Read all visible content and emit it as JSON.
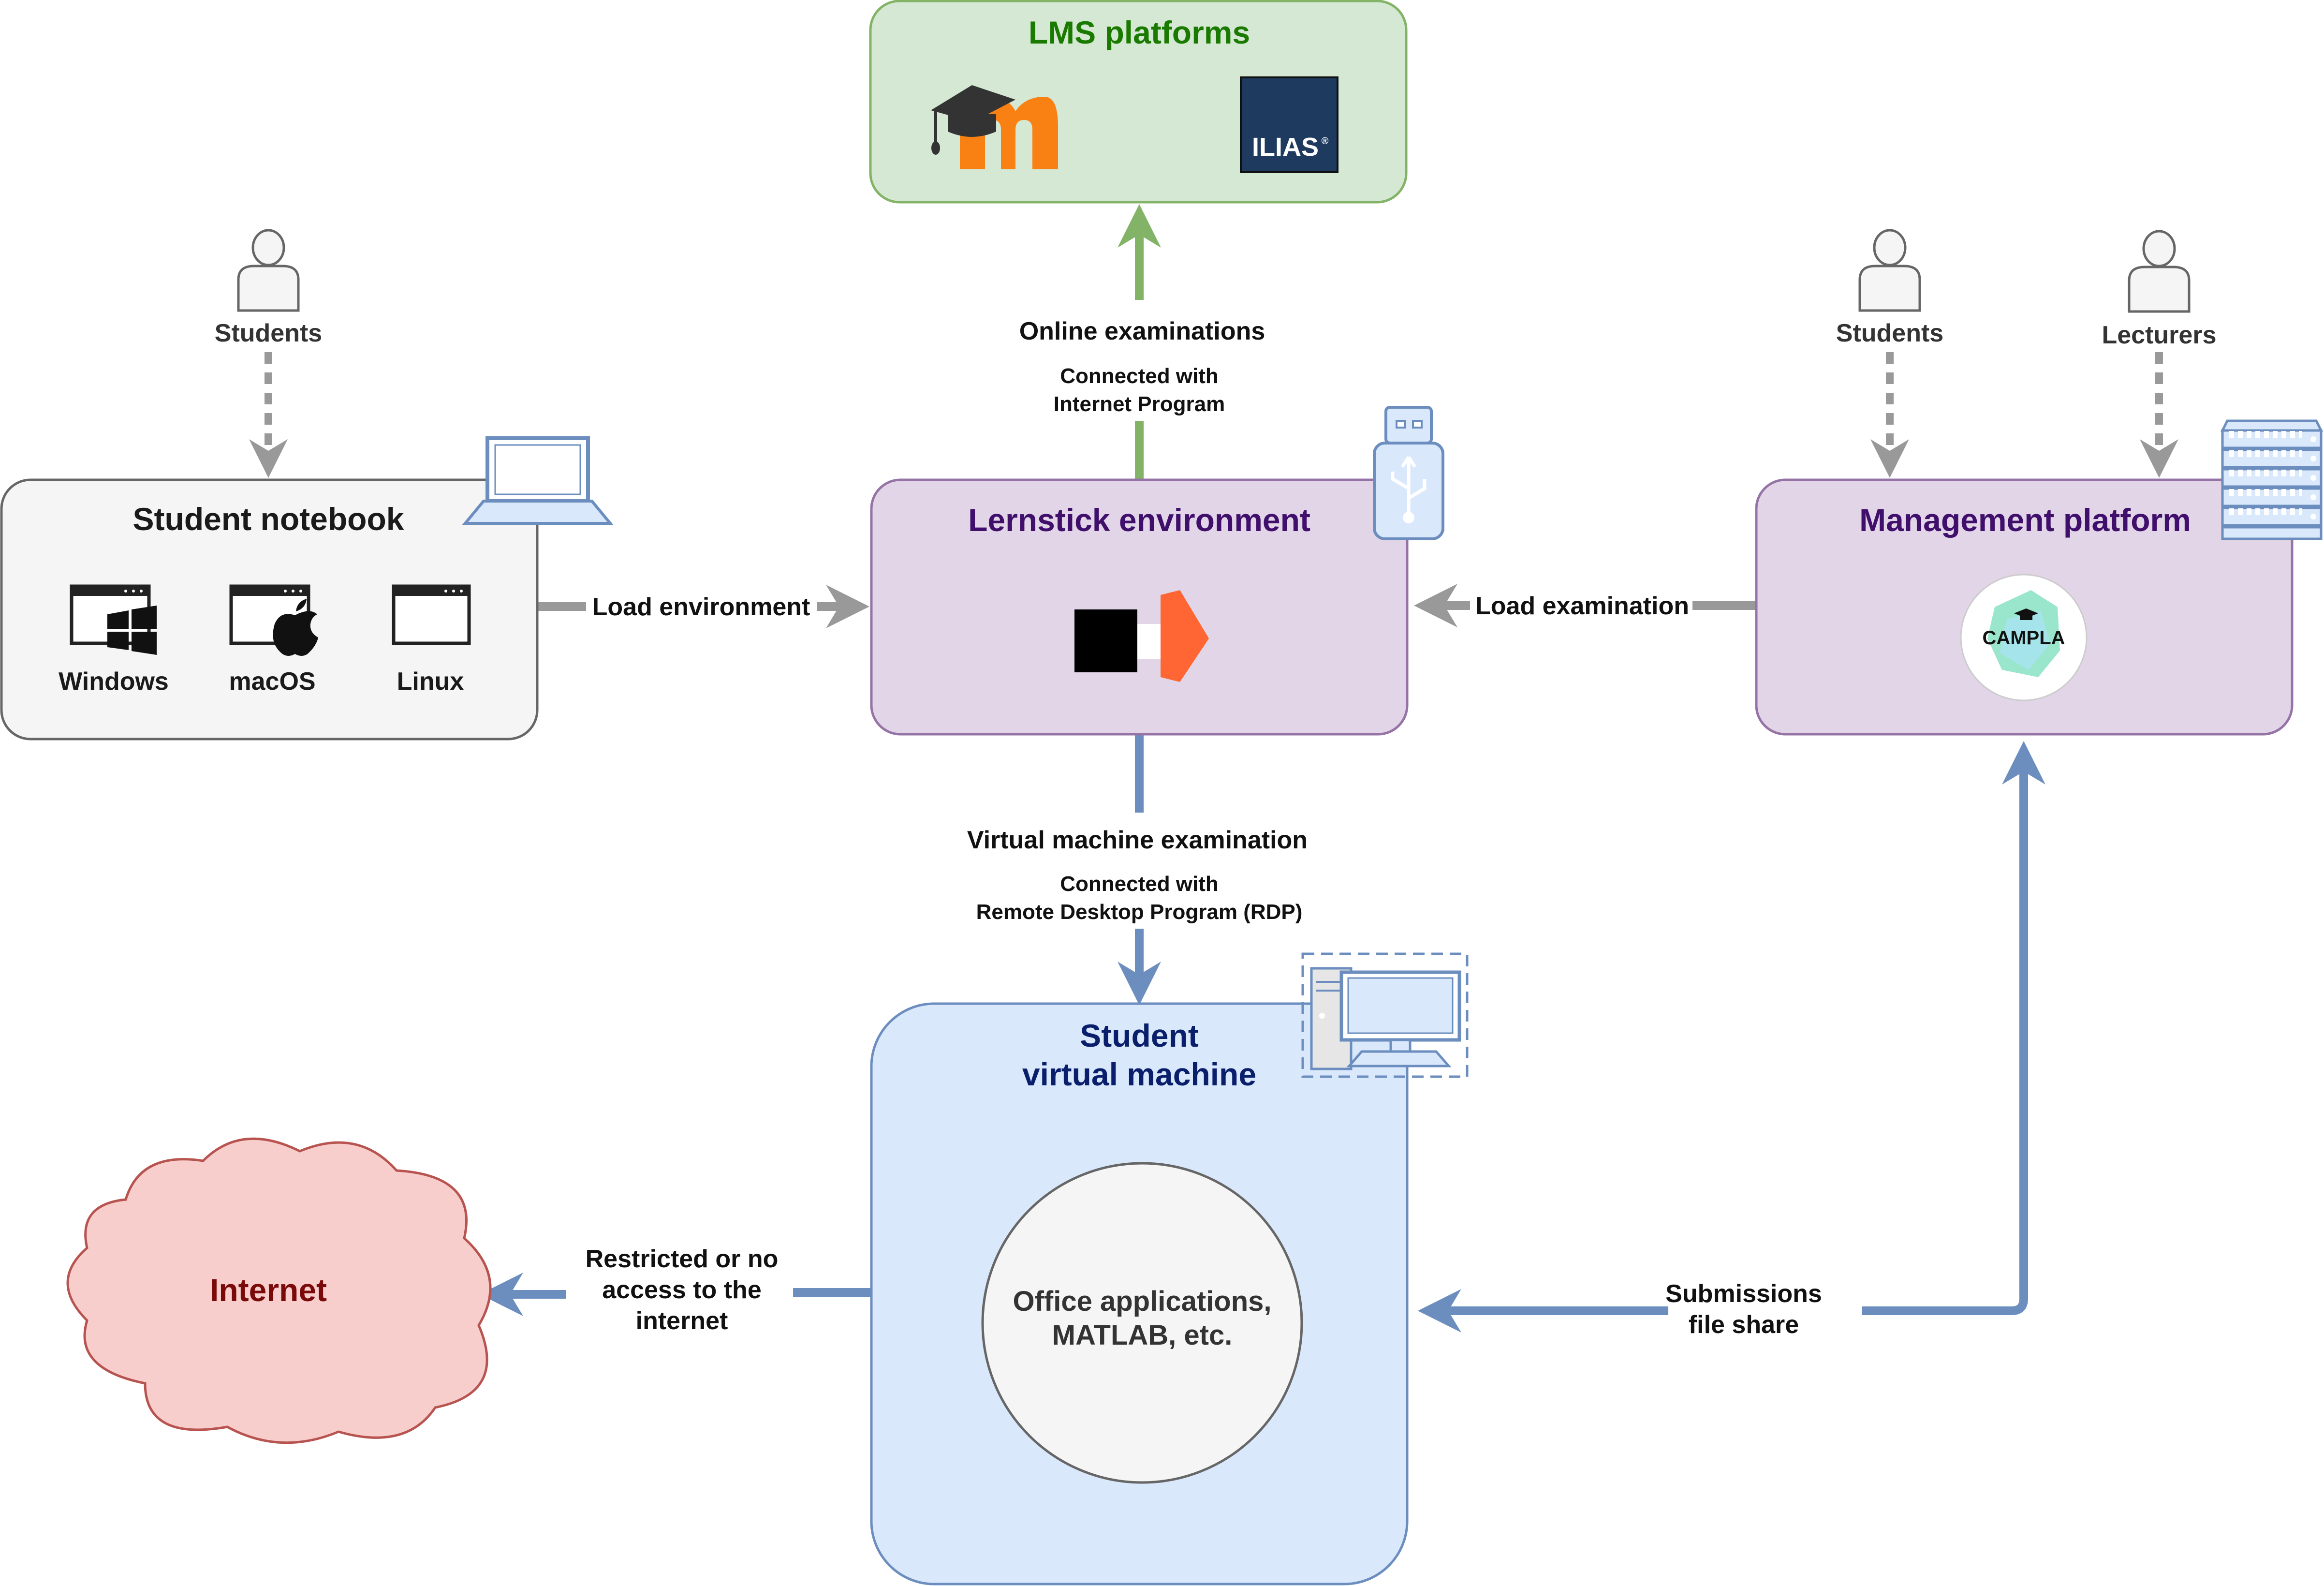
{
  "nodes": {
    "lms": {
      "title": "LMS platforms",
      "ilias_logo": "ILIAS",
      "ilias_mark": "®"
    },
    "notebook": {
      "title": "Student notebook",
      "os": [
        "Windows",
        "macOS",
        "Linux"
      ]
    },
    "lernstick": {
      "title": "Lernstick environment"
    },
    "management": {
      "title": "Management platform",
      "campla_logo": "CAMPLA"
    },
    "vm": {
      "title_line1": "Student",
      "title_line2": "virtual machine",
      "apps_line1": "Office applications,",
      "apps_line2": "MATLAB, etc."
    },
    "internet": {
      "title": "Internet"
    }
  },
  "actors": {
    "notebook_students": "Students",
    "mgmt_students": "Students",
    "mgmt_lecturers": "Lecturers"
  },
  "edges": {
    "load_environment": "Load environment",
    "load_examination": "Load examination",
    "online_exam_title": "Online examinations",
    "online_exam_sub1": "Connected with",
    "online_exam_sub2": "Internet Program",
    "vm_exam_title": "Virtual machine examination",
    "vm_exam_sub1": "Connected with",
    "vm_exam_sub2": "Remote Desktop Program (RDP)",
    "restricted_line1": "Restricted or no",
    "restricted_line2": "access to the",
    "restricted_line3": "internet",
    "submissions_line1": "Submissions",
    "submissions_line2": "file share"
  },
  "colors": {
    "green_fill": "#d5e8d4",
    "green_stroke": "#82b366",
    "green_text": "#1a7a00",
    "purple_fill": "#e1d5e7",
    "purple_stroke": "#9673a6",
    "purple_text": "#3f0f6b",
    "blue_fill": "#dae8fc",
    "blue_stroke": "#6c8ebf",
    "blue_text": "#0a1f6b",
    "gray_fill": "#f5f5f5",
    "gray_stroke": "#666666",
    "gray_arrow": "#999999",
    "red_fill": "#f8cecc",
    "red_stroke": "#b85450",
    "red_text": "#7a0a0a",
    "moodle_orange": "#f98012",
    "ilias_blue": "#1e3a5f",
    "lernstick_orange": "#ff6633"
  },
  "icons": [
    "moodle-logo",
    "ilias-logo",
    "laptop-icon",
    "windows-icon",
    "apple-icon",
    "linux-window-icon",
    "usb-stick-icon",
    "lernstick-logo",
    "server-icon",
    "campla-logo",
    "computer-icon",
    "user-icon",
    "cloud-shape"
  ]
}
